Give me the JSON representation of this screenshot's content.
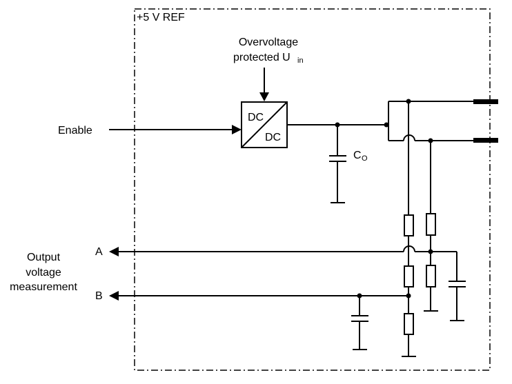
{
  "diagram": {
    "ref_label": "+5 V REF",
    "enable_label": "Enable",
    "input_label_line1": "Overvoltage",
    "input_label_line2": "protected U",
    "input_label_sub": "in",
    "dcdc_top": "DC",
    "dcdc_bottom": "DC",
    "cap_label": "C",
    "cap_sub": "O",
    "output_line1": "Output",
    "output_line2": "voltage",
    "output_line3": "measurement",
    "port_a": "A",
    "port_b": "B"
  }
}
